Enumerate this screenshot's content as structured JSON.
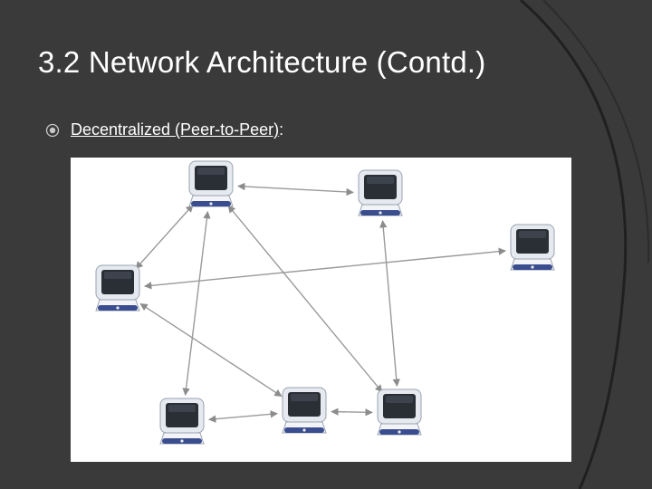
{
  "slide": {
    "title": "3.2 Network Architecture (Contd.)",
    "bullet": {
      "underlined_text": "Decentralized (Peer-to-Peer)",
      "suffix": ":"
    },
    "icon": "circled-bullet-icon"
  },
  "diagram": {
    "type": "peer-to-peer-network",
    "nodes": [
      {
        "id": "peer-1"
      },
      {
        "id": "peer-2"
      },
      {
        "id": "peer-3"
      },
      {
        "id": "peer-4"
      },
      {
        "id": "peer-5"
      },
      {
        "id": "peer-6"
      },
      {
        "id": "peer-7"
      }
    ],
    "edges": [
      [
        "peer-1",
        "peer-2"
      ],
      [
        "peer-1",
        "peer-4"
      ],
      [
        "peer-1",
        "peer-5"
      ],
      [
        "peer-1",
        "peer-7"
      ],
      [
        "peer-2",
        "peer-7"
      ],
      [
        "peer-3",
        "peer-4"
      ],
      [
        "peer-4",
        "peer-6"
      ],
      [
        "peer-5",
        "peer-6"
      ],
      [
        "peer-6",
        "peer-7"
      ]
    ],
    "colors": {
      "edge": "#9a9a9a",
      "screen": "#2a2f36",
      "bezel": "#e6eaf0",
      "base": "#3a4d8f"
    }
  }
}
